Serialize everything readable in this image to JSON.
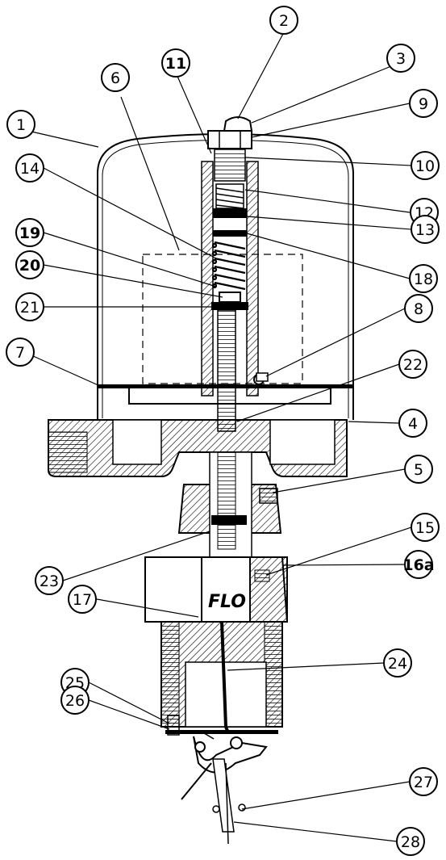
{
  "diagram": {
    "callouts": [
      {
        "id": "c1",
        "label": "1"
      },
      {
        "id": "c2",
        "label": "2"
      },
      {
        "id": "c3",
        "label": "3"
      },
      {
        "id": "c4",
        "label": "4"
      },
      {
        "id": "c5",
        "label": "5"
      },
      {
        "id": "c6",
        "label": "6"
      },
      {
        "id": "c7",
        "label": "7"
      },
      {
        "id": "c8",
        "label": "8"
      },
      {
        "id": "c9",
        "label": "9"
      },
      {
        "id": "c10",
        "label": "10"
      },
      {
        "id": "c11",
        "label": "11"
      },
      {
        "id": "c12",
        "label": "12"
      },
      {
        "id": "c13",
        "label": "13"
      },
      {
        "id": "c14",
        "label": "14"
      },
      {
        "id": "c15",
        "label": "15"
      },
      {
        "id": "c16a",
        "label": "16a"
      },
      {
        "id": "c17",
        "label": "17"
      },
      {
        "id": "c18",
        "label": "18"
      },
      {
        "id": "c19",
        "label": "19"
      },
      {
        "id": "c20",
        "label": "20"
      },
      {
        "id": "c21",
        "label": "21"
      },
      {
        "id": "c22",
        "label": "22"
      },
      {
        "id": "c23",
        "label": "23"
      },
      {
        "id": "c24",
        "label": "24"
      },
      {
        "id": "c25",
        "label": "25"
      },
      {
        "id": "c26",
        "label": "26"
      },
      {
        "id": "c27",
        "label": "27"
      },
      {
        "id": "c28",
        "label": "28"
      }
    ],
    "body_marking": "FLO"
  }
}
